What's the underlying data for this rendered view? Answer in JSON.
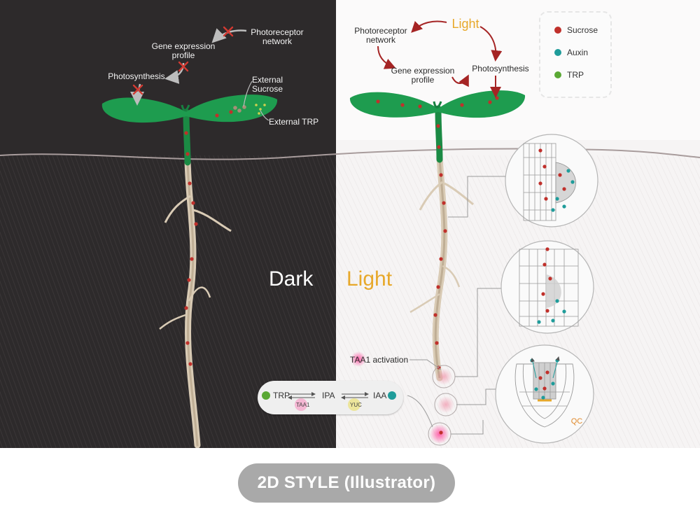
{
  "dark_panel": {
    "title": "Dark",
    "labels": {
      "photoreceptor": "Photoreceptor\nnetwork",
      "gene_expression": "Gene expression\nprofile",
      "photosynthesis": "Photosynthesis",
      "external_sucrose": "External Sucrose",
      "external_trp": "External TRP"
    }
  },
  "light_panel": {
    "title": "Light",
    "labels": {
      "light": "Light",
      "photoreceptor": "Photoreceptor\nnetwork",
      "gene_expression": "Gene expression\nprofile",
      "photosynthesis": "Photosynthesis",
      "taa1_activation": "TAA1 activation",
      "qc": "QC"
    }
  },
  "legend": [
    {
      "label": "Sucrose",
      "color": "#c0302b"
    },
    {
      "label": "Auxin",
      "color": "#1f9c9a"
    },
    {
      "label": "TRP",
      "color": "#5aa834"
    }
  ],
  "pathway": {
    "trp": "TRP",
    "ipa": "IPA",
    "iaa": "IAA",
    "enzyme1": "TAA1",
    "enzyme2": "YUC"
  },
  "footer": "2D STYLE (Illustrator)",
  "colors": {
    "dark_bg": "#2d2a2b",
    "light_bg": "#f6f4f4",
    "leaf": "#1e9c4f",
    "accent_light": "#e7a82a",
    "sucrose": "#c0302b",
    "auxin": "#1f9c9a",
    "trp": "#5aa834"
  }
}
